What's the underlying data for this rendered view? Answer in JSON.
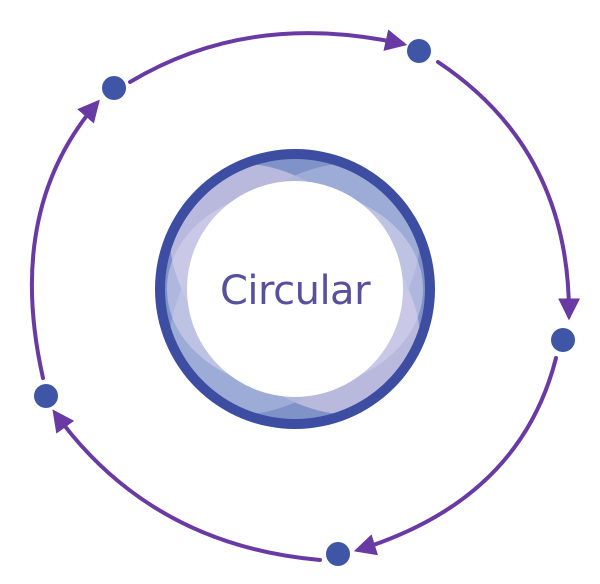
{
  "center": {
    "label": "Circular"
  },
  "colors": {
    "arrow": "#6a3aa4",
    "node": "#3f56a6",
    "ring_outer": "#3d4ea2",
    "ring_mid": "#8ba0d0",
    "petal_light": "#c2bfe0"
  },
  "nodes": [
    {
      "id": "top-right"
    },
    {
      "id": "right"
    },
    {
      "id": "bottom"
    },
    {
      "id": "left"
    },
    {
      "id": "top-left"
    }
  ]
}
